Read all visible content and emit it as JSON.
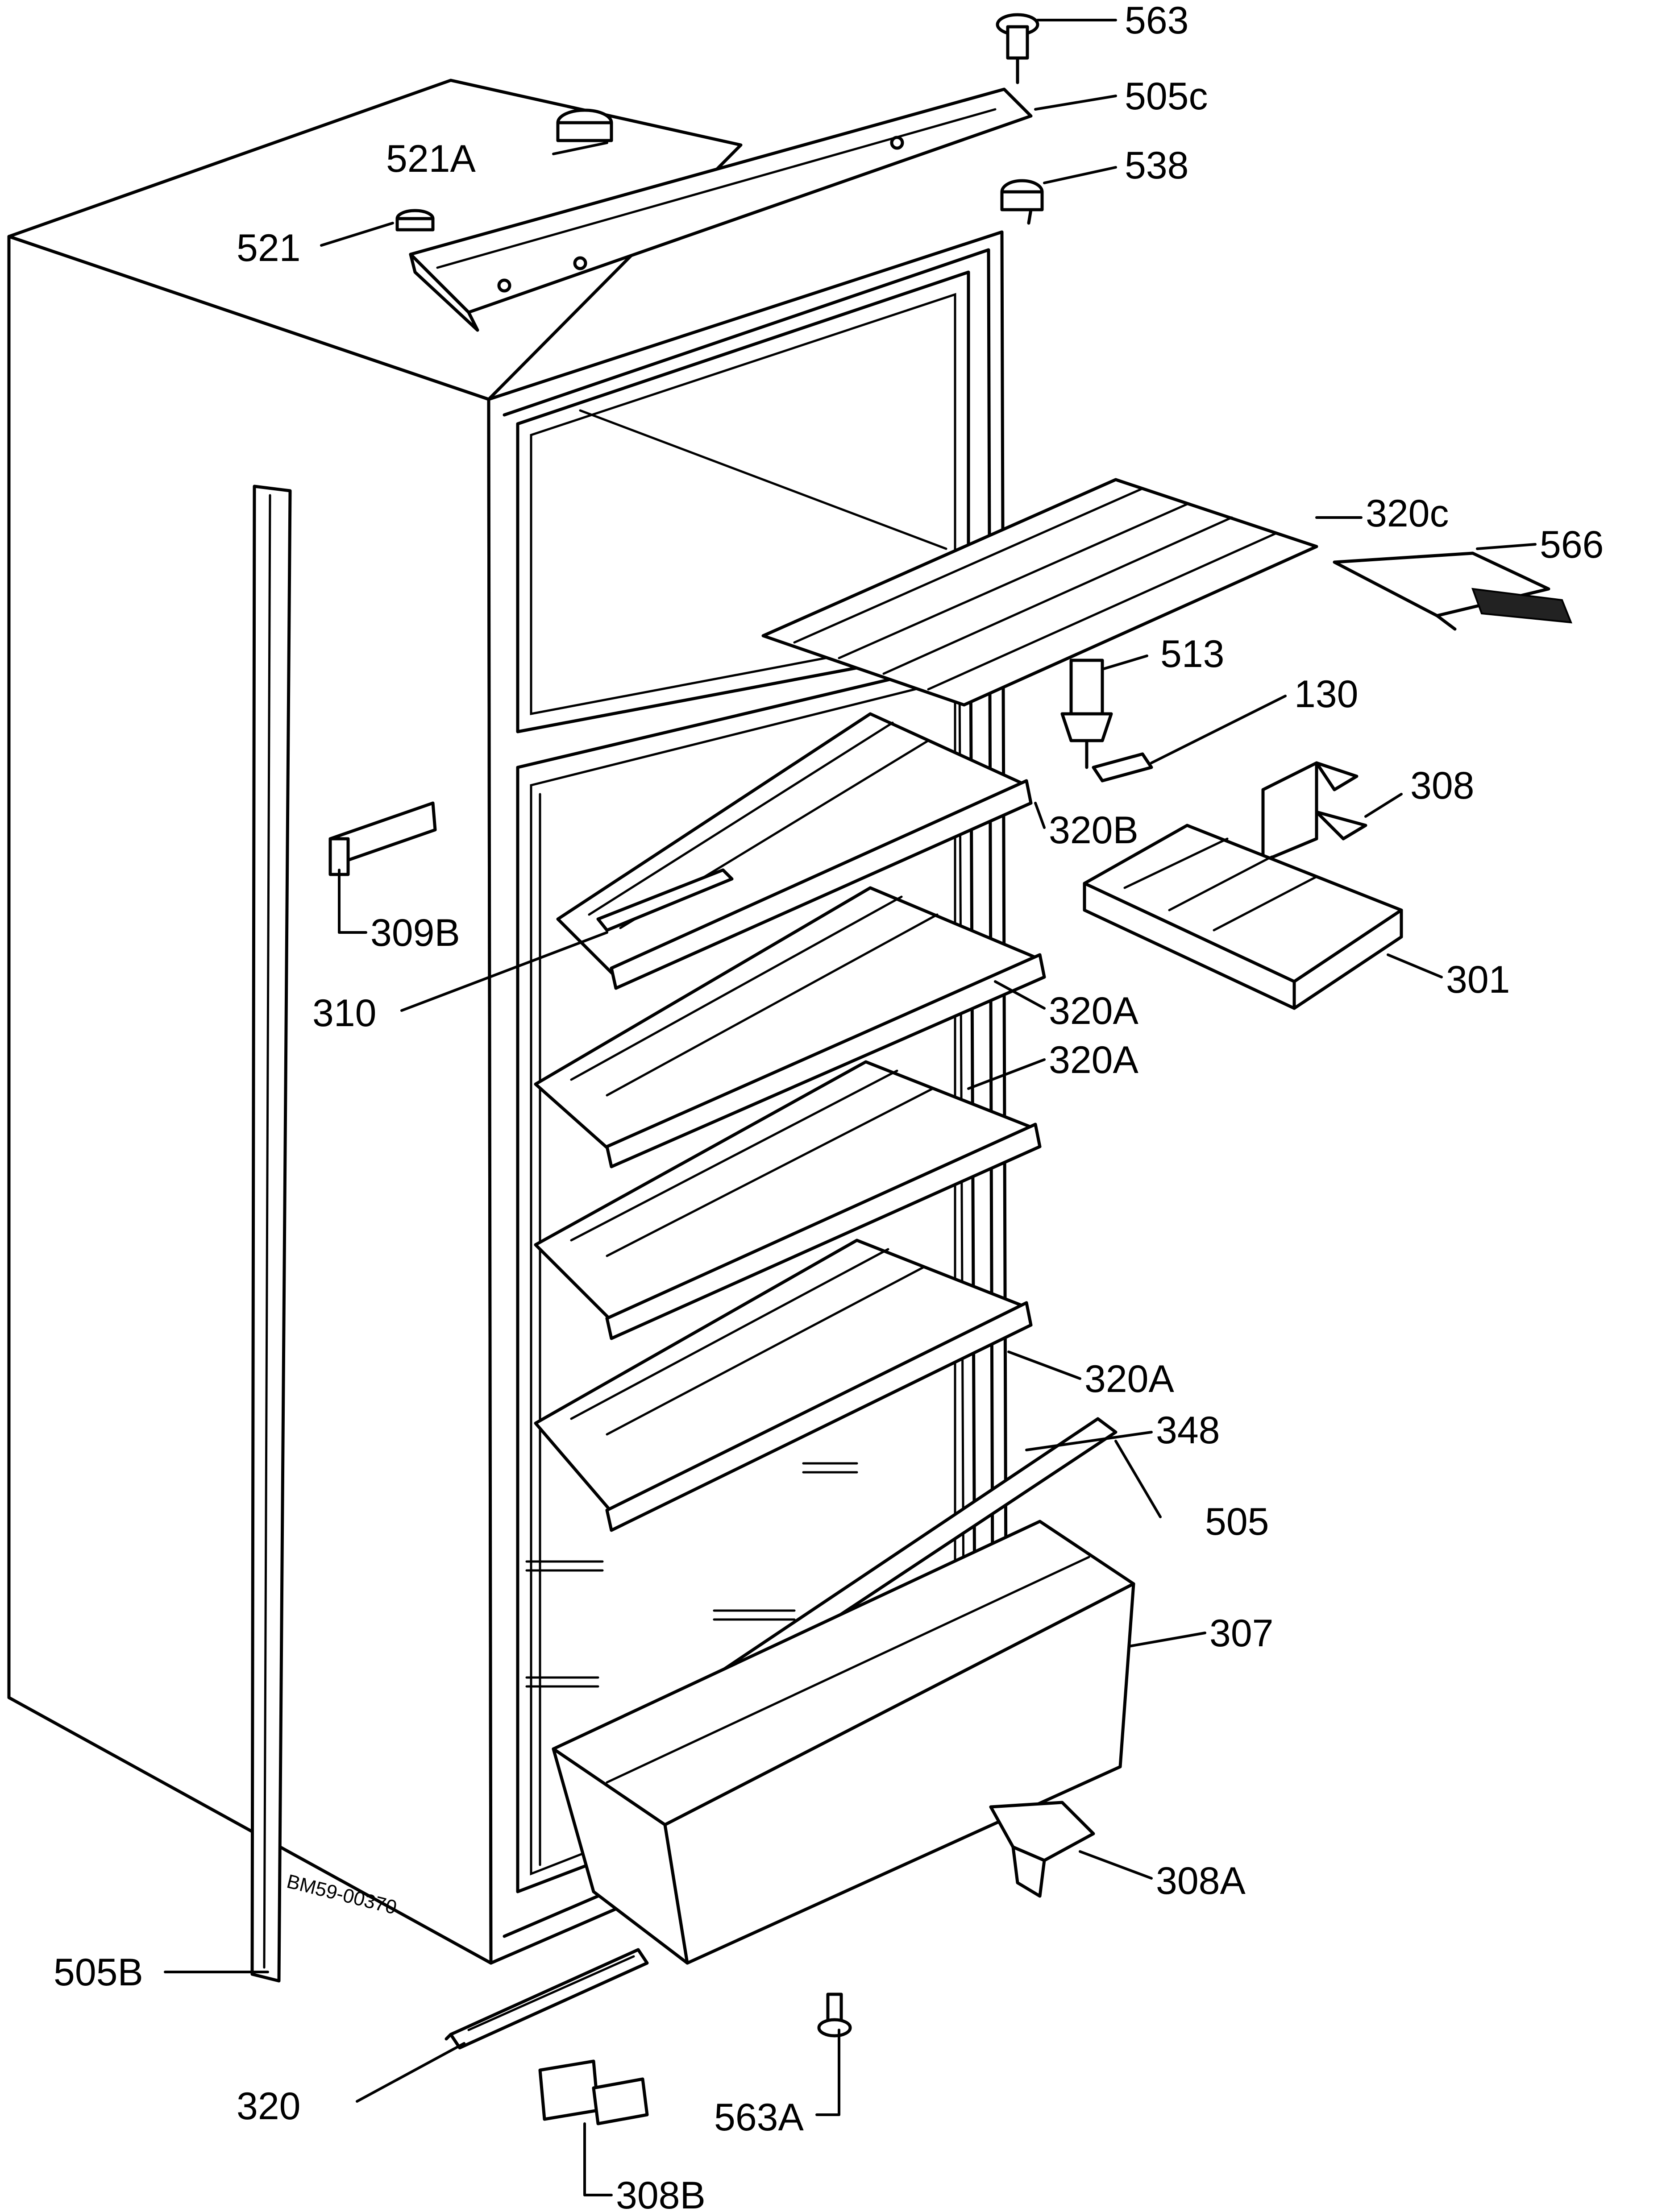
{
  "stamp": "BM59-00370",
  "labels": {
    "l563": "563",
    "l505c": "505c",
    "l521a": "521A",
    "l538": "538",
    "l521": "521",
    "l320c": "320c",
    "l566": "566",
    "l513": "513",
    "l130": "130",
    "l308": "308",
    "l320b": "320B",
    "l309b": "309B",
    "l301": "301",
    "l310": "310",
    "l320a1": "320A",
    "l320a2": "320A",
    "l320a3": "320A",
    "l348": "348",
    "l505": "505",
    "l307": "307",
    "l308a": "308A",
    "l505b": "505B",
    "l320": "320",
    "l563a": "563A",
    "l308b": "308B"
  }
}
